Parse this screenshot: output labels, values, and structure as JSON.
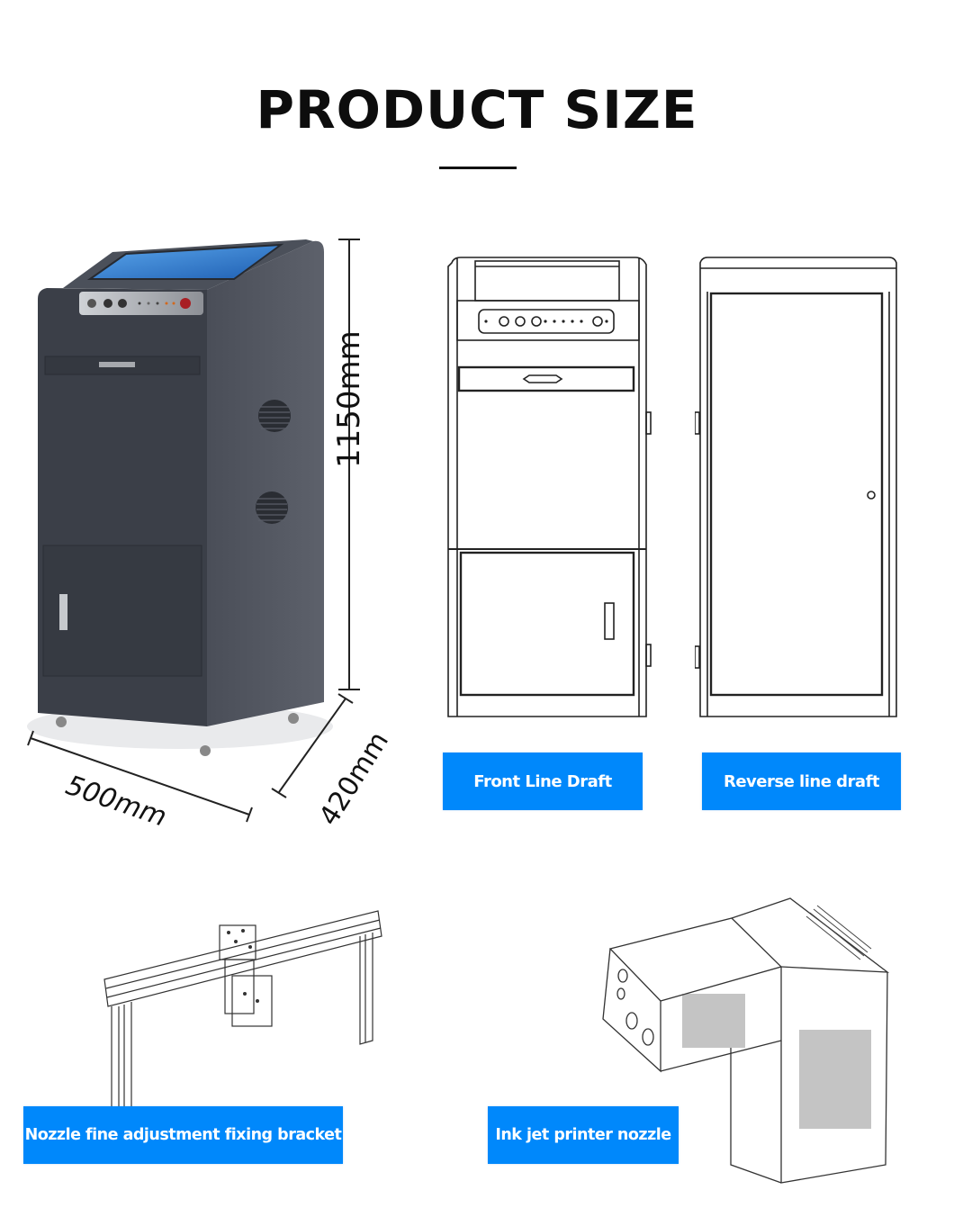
{
  "header": {
    "title": "PRODUCT SIZE"
  },
  "product_photo": {
    "alt": "Ink jet printer cabinet with touch screen",
    "dimensions": {
      "height": "1150mm",
      "width": "500mm",
      "depth": "420mm"
    },
    "colors": {
      "body": "#3f434c",
      "screen": "#2f7fd6",
      "control_panel": "#b9bcc1"
    }
  },
  "drawings": [
    {
      "id": "front",
      "label": "Front Line Draft"
    },
    {
      "id": "reverse",
      "label": "Reverse line draft"
    }
  ],
  "components": [
    {
      "id": "bracket",
      "label": "Nozzle fine adjustment fixing bracket"
    },
    {
      "id": "nozzle",
      "label": "Ink jet printer nozzle"
    }
  ],
  "theme": {
    "label_bg": "#0088fb",
    "label_text": "#ffffff",
    "title_color": "#0d0d0d"
  }
}
